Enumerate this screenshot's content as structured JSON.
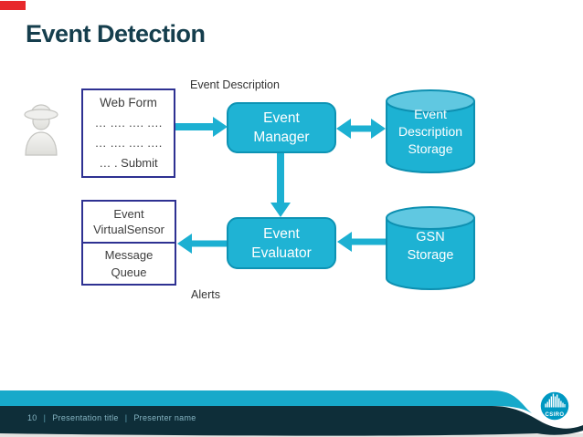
{
  "title": "Event Detection",
  "annotations": {
    "event_description": "Event Description",
    "alerts": "Alerts"
  },
  "web_form": {
    "lines": [
      "Web Form",
      "… …. …. ….",
      "… …. …. ….",
      "… . Submit"
    ]
  },
  "nodes": {
    "event_manager": {
      "lines": [
        "Event",
        "Manager"
      ]
    },
    "event_evaluator": {
      "lines": [
        "Event",
        "Evaluator"
      ]
    },
    "event_description_storage": {
      "lines": [
        "Event",
        "Description",
        "Storage"
      ]
    },
    "gsn_storage": {
      "lines": [
        "GSN",
        "Storage"
      ]
    },
    "event_virtual_sensor": {
      "lines": [
        "Event",
        "VirtualSensor"
      ]
    },
    "message_queue": {
      "lines": [
        "Message",
        "Queue"
      ]
    }
  },
  "icons": {
    "person": "user-farmer-icon",
    "logo": "csiro-soundwave-logo"
  },
  "footer": {
    "page_number": "10",
    "separator": "|",
    "presentation_title": "Presentation title",
    "presenter_name": "Presenter name"
  },
  "logo_text": "CSIRO",
  "colors": {
    "accent_teal": "#1cb0d2",
    "node_fill": "#1fb3d4",
    "node_border": "#0d93b4",
    "cylinder_top": "#60c8e1",
    "navy_border": "#2e3192",
    "title_text": "#153e4d",
    "footer_bar_teal": "#17a9ca",
    "footer_dark": "#0e2e39",
    "logo_teal": "#0098c2",
    "red_marker": "#e7282b"
  }
}
